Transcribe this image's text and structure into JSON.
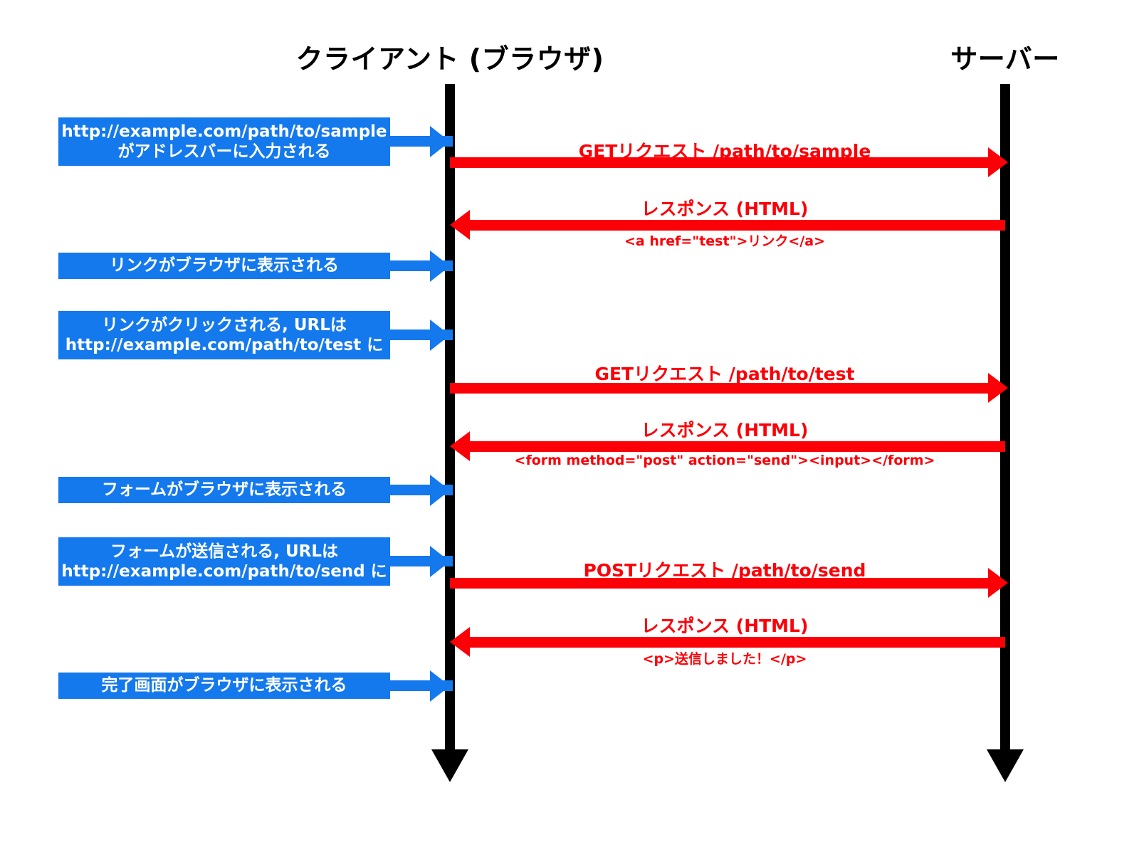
{
  "diagram": {
    "title": "HTTP request/response sequence diagram",
    "colors": {
      "client_event": "#1479ED",
      "message": "#FB0007",
      "lifeline": "#000000",
      "background": "#FFFFFF"
    }
  },
  "actors": {
    "client": {
      "label": "クライアント (ブラウザ)"
    },
    "server": {
      "label": "サーバー"
    }
  },
  "events": [
    {
      "id": "address-bar-input",
      "lines": [
        "http://example.com/path/to/sample",
        "がアドレスバーに入力される"
      ]
    },
    {
      "id": "link-displayed",
      "lines": [
        "リンクがブラウザに表示される"
      ]
    },
    {
      "id": "link-clicked",
      "lines": [
        "リンクがクリックされる, URLは",
        "http://example.com/path/to/test に"
      ]
    },
    {
      "id": "form-displayed",
      "lines": [
        "フォームがブラウザに表示される"
      ]
    },
    {
      "id": "form-submitted",
      "lines": [
        "フォームが送信される, URLは",
        "http://example.com/path/to/send に"
      ]
    },
    {
      "id": "complete-screen-displayed",
      "lines": [
        "完了画面がブラウザに表示される"
      ]
    }
  ],
  "messages": [
    {
      "id": "get-sample",
      "label": "GETリクエスト /path/to/sample",
      "sub": "",
      "direction": "client-to-server"
    },
    {
      "id": "response-html-1",
      "label": "レスポンス (HTML)",
      "sub": "<a href=\"test\">リンク</a>",
      "direction": "server-to-client"
    },
    {
      "id": "get-test",
      "label": "GETリクエスト /path/to/test",
      "sub": "",
      "direction": "client-to-server"
    },
    {
      "id": "response-html-2",
      "label": "レスポンス (HTML)",
      "sub": "<form method=\"post\" action=\"send\"><input></form>",
      "direction": "server-to-client"
    },
    {
      "id": "post-send",
      "label": "POSTリクエスト /path/to/send",
      "sub": "",
      "direction": "client-to-server"
    },
    {
      "id": "response-html-3",
      "label": "レスポンス (HTML)",
      "sub": "<p>送信しました！</p>",
      "direction": "server-to-client"
    }
  ]
}
